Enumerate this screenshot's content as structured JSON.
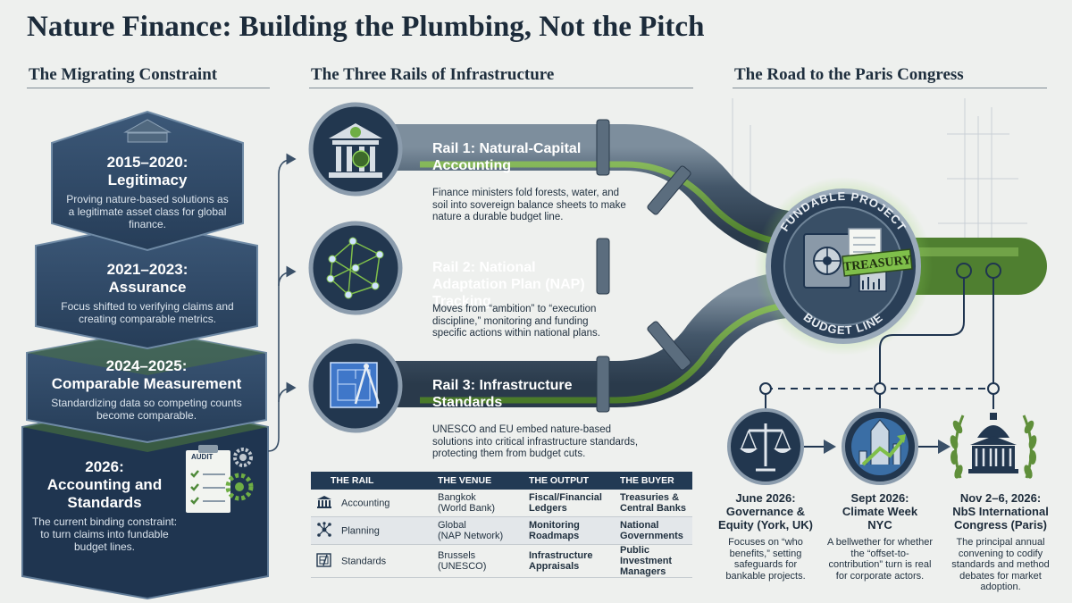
{
  "title": "Nature Finance: Building the Plumbing, Not the Pitch",
  "sections": {
    "left": "The Migrating Constraint",
    "middle": "The Three Rails of Infrastructure",
    "right": "The Road to the Paris Congress"
  },
  "tiers": [
    {
      "years": "2015–2020:",
      "name": "Legitimacy",
      "desc": "Proving nature-based solutions as a legitimate asset class for global finance."
    },
    {
      "years": "2021–2023:",
      "name": "Assurance",
      "desc": "Focus shifted to verifying claims and creating comparable metrics."
    },
    {
      "years": "2024–2025:",
      "name": "Comparable Measurement",
      "desc": "Standardizing data so competing counts become comparable."
    },
    {
      "years": "2026:",
      "name": "Accounting and Standards",
      "desc": "The current binding constraint: to turn claims into fundable budget lines."
    }
  ],
  "audit_label": "AUDIT",
  "rails": [
    {
      "title": "Rail 1: Natural-Capital Accounting",
      "desc": "Finance ministers fold forests, water, and soil into sovereign balance sheets to make nature a durable budget line."
    },
    {
      "title": "Rail 2: National Adaptation Plan (NAP) Tracking",
      "desc": "Moves from “ambition” to “execution discipline,” monitoring and funding specific actions within national plans."
    },
    {
      "title": "Rail 3: Infrastructure Standards",
      "desc": "UNESCO and EU embed nature-based solutions into critical infrastructure standards, protecting them from budget cuts."
    }
  ],
  "hub": {
    "top": "FUNDABLE PROJECT",
    "bottom": "BUDGET LINE",
    "tag": "TREASURY"
  },
  "table": {
    "headers": [
      "THE RAIL",
      "THE VENUE",
      "THE OUTPUT",
      "THE BUYER"
    ],
    "rows": [
      {
        "icon": "bank-icon",
        "rail": "Accounting",
        "venue": [
          "Bangkok",
          "(World Bank)"
        ],
        "output": [
          "Fiscal/Financial",
          "Ledgers"
        ],
        "buyer": [
          "Treasuries &",
          "Central Banks"
        ]
      },
      {
        "icon": "network-icon",
        "rail": "Planning",
        "venue": [
          "Global",
          "(NAP Network)"
        ],
        "output": [
          "Monitoring",
          "Roadmaps"
        ],
        "buyer": [
          "National",
          "Governments"
        ]
      },
      {
        "icon": "blueprint-icon",
        "rail": "Standards",
        "venue": [
          "Brussels",
          "(UNESCO)"
        ],
        "output": [
          "Infrastructure",
          "Appraisals"
        ],
        "buyer": [
          "Public Investment",
          "Managers"
        ]
      }
    ]
  },
  "timeline": [
    {
      "icon": "scales-icon",
      "head": [
        "June 2026:",
        "Governance &",
        "Equity (York, UK)"
      ],
      "desc": [
        "Focuses on “who",
        "benefits,” setting",
        "safeguards for",
        "bankable projects."
      ]
    },
    {
      "icon": "city-growth-icon",
      "head": [
        "Sept 2026:",
        "Climate Week",
        "NYC"
      ],
      "desc": [
        "A bellwether for whether",
        "the “offset-to-",
        "contribution” turn is real",
        "for corporate actors."
      ]
    },
    {
      "icon": "capitol-laurel-icon",
      "head": [
        "Nov 2–6, 2026:",
        "NbS International",
        "Congress (Paris)"
      ],
      "desc": [
        "The principal annual",
        "convening to codify",
        "standards and method",
        "debates for market adoption."
      ]
    }
  ],
  "colors": {
    "navy": "#22374f",
    "pipe": "#3f5264",
    "green": "#5f8f3a",
    "accent_green": "#7fbf4a",
    "background": "#eef0ee"
  }
}
